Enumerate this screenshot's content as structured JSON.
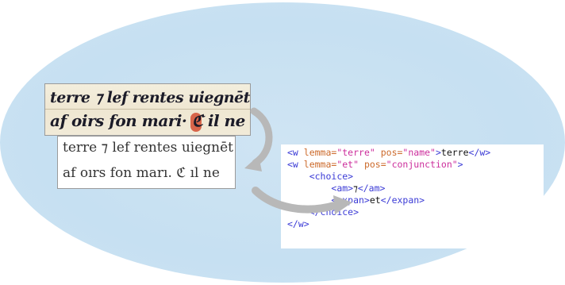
{
  "manuscript": {
    "line1": "terre ⁊ lef rentes uiegnēt",
    "line2": "af oirs fon mari· ℭ il ne"
  },
  "transcription": {
    "line1": "terre ⁊ lef rentes uiegnēt",
    "line2": "af oırs fon marı. ℭ ıl ne"
  },
  "xml": {
    "line1": {
      "open": "<w ",
      "attr1": "lemma=",
      "val1": "\"terre\"",
      "attr2": " pos=",
      "val2": "\"name\"",
      "close": ">",
      "text": "terre",
      "end": "</w>"
    },
    "line2": {
      "open": "<w ",
      "attr1": "lemma=",
      "val1": "\"et\"",
      "attr2": " pos=",
      "val2": "\"conjunction\"",
      "close": ">"
    },
    "line3": {
      "tag": "<choice>"
    },
    "line4": {
      "open": "<am>",
      "text": "⁊",
      "end": "</am>"
    },
    "line5": {
      "open": "<expan>",
      "text": "et",
      "end": "</expan>"
    },
    "line6": {
      "tag": "</choice>"
    },
    "line7": {
      "tag": "</w>"
    }
  },
  "colors": {
    "background_ellipse": "#c6e0f2",
    "arrow": "#b8b8b8",
    "xml_tag": "#3b3bd6",
    "xml_attr": "#cc6a2b",
    "xml_value": "#cc2e9c",
    "rubric": "#d5563b"
  }
}
